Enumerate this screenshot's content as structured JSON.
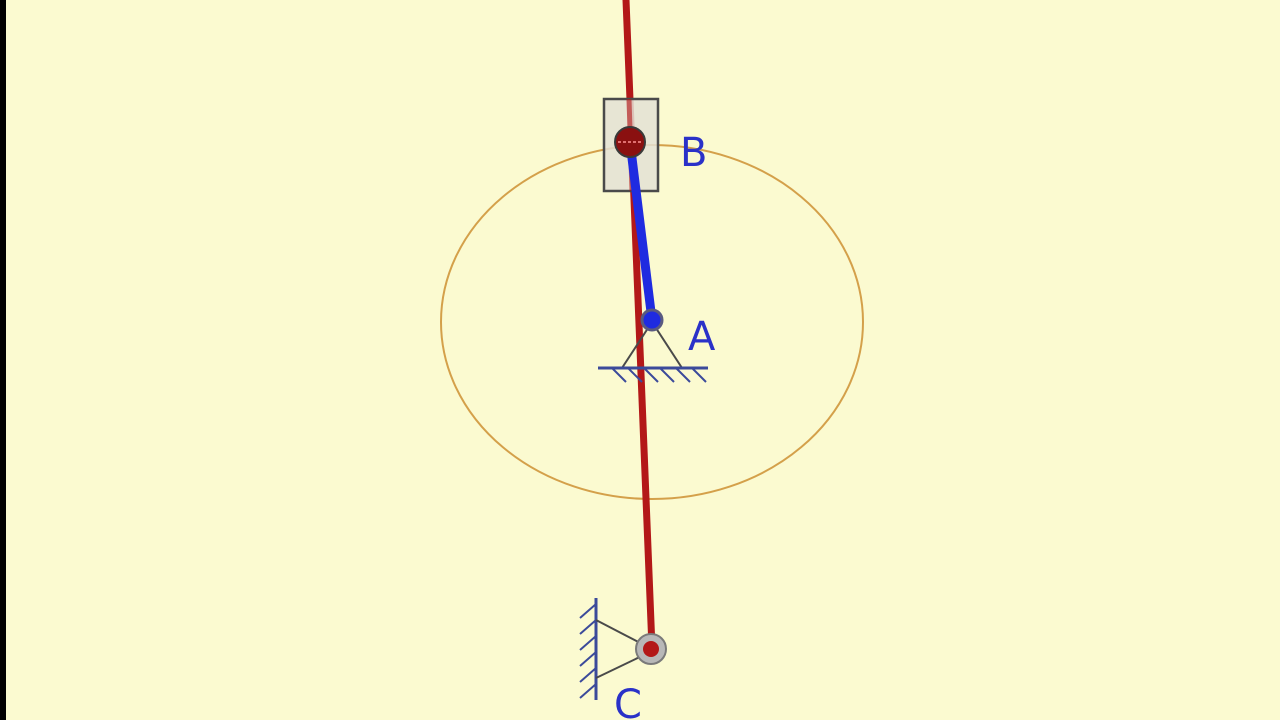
{
  "diagram": {
    "labels": {
      "pivot_a": "A",
      "slider_b": "B",
      "pivot_c": "C"
    },
    "colors": {
      "background": "#fbfad0",
      "rocker_link": "#b31818",
      "crank_link": "#1f2be0",
      "crank_circle": "#d4a04a",
      "slider_block": "#e3e1d5",
      "outline": "#4a4a4a",
      "ground_hatch": "#3b4a9a",
      "label": "#2a31c8"
    },
    "icons": {
      "pivot_a": "fixed-pivot-ground-icon",
      "pivot_c": "wall-mounted-pivot-icon",
      "slider_b": "sliding-block-icon"
    }
  }
}
